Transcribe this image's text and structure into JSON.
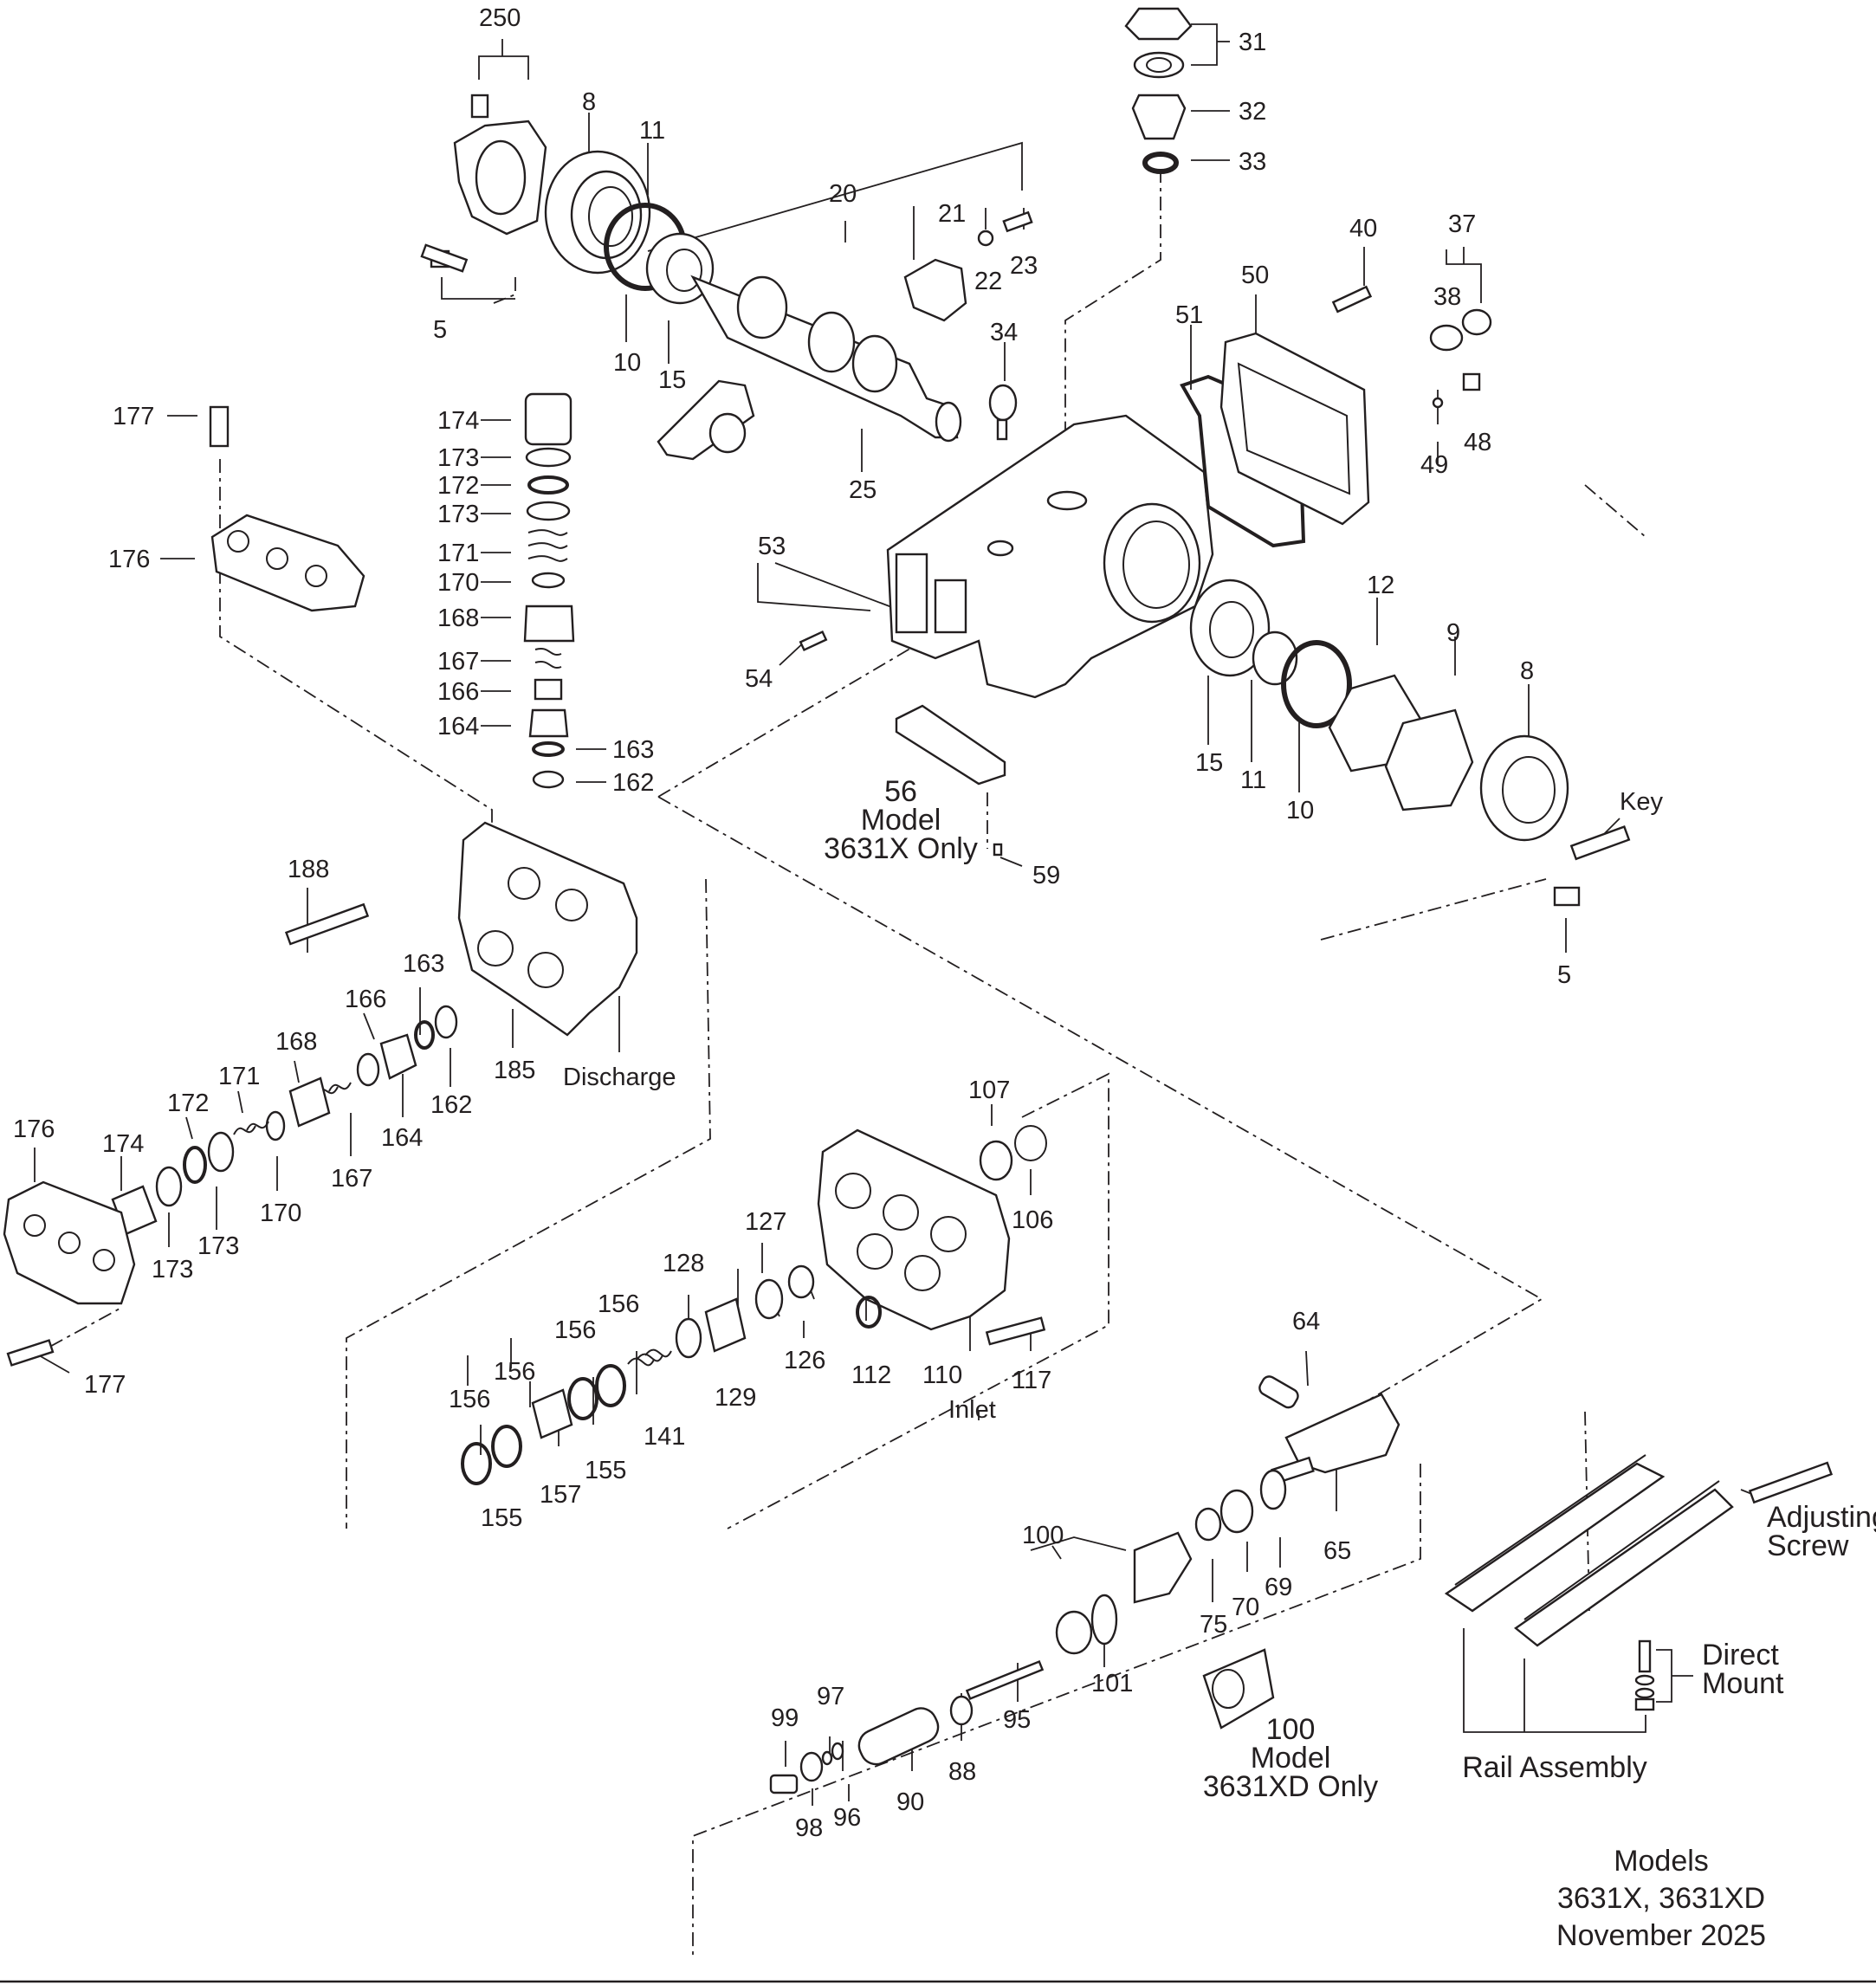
{
  "labels": {
    "n250": "250",
    "n8a": "8",
    "n11a": "11",
    "n20": "20",
    "n21": "21",
    "n22": "22",
    "n23": "23",
    "n5a": "5",
    "n10a": "10",
    "n15a": "15",
    "n25": "25",
    "n34": "34",
    "n31": "31",
    "n32": "32",
    "n33": "33",
    "n40": "40",
    "n37": "37",
    "n38": "38",
    "n50": "50",
    "n51": "51",
    "n48": "48",
    "n49": "49",
    "n53": "53",
    "n54": "54",
    "n12": "12",
    "n9": "9",
    "n8b": "8",
    "n15b": "15",
    "n11b": "11",
    "n10b": "10",
    "key": "Key",
    "n5b": "5",
    "n59": "59",
    "n56": "56",
    "model_3631x_l1": "Model",
    "model_3631x_l2": "3631X Only",
    "n177a": "177",
    "n176a": "176",
    "n174a": "174",
    "n173a": "173",
    "n172a": "172",
    "n173b": "173",
    "n171a": "171",
    "n170a": "170",
    "n168a": "168",
    "n167a": "167",
    "n166a": "166",
    "n164a": "164",
    "n163a": "163",
    "n162a": "162",
    "n188": "188",
    "n163b": "163",
    "n166b": "166",
    "n168b": "168",
    "n171b": "171",
    "n172b": "172",
    "n176b": "176",
    "n174b": "174",
    "n173c": "173",
    "n173d": "173",
    "n170b": "170",
    "n167b": "167",
    "n164b": "164",
    "n162b": "162",
    "n185": "185",
    "discharge": "Discharge",
    "n177b": "177",
    "n107": "107",
    "n106": "106",
    "n127": "127",
    "n128": "128",
    "n126": "126",
    "n112": "112",
    "n110": "110",
    "n117": "117",
    "inlet": "Inlet",
    "n129": "129",
    "n141": "141",
    "n156a": "156",
    "n156b": "156",
    "n156c": "156",
    "n156d": "156",
    "n155a": "155",
    "n155b": "155",
    "n157": "157",
    "n64": "64",
    "n65": "65",
    "n69": "69",
    "n70": "70",
    "n75": "75",
    "n100a": "100",
    "n101": "101",
    "n100b": "100",
    "model_3631xd_l1": "Model",
    "model_3631xd_l2": "3631XD Only",
    "n95": "95",
    "n88": "88",
    "n90": "90",
    "n97": "97",
    "n99": "99",
    "n98": "98",
    "n96": "96",
    "adjusting_l1": "Adjusting",
    "adjusting_l2": "Screw",
    "direct_l1": "Direct",
    "direct_l2": "Mount",
    "rail_assembly": "Rail Assembly"
  },
  "footer": {
    "line1": "Models",
    "line2": "3631X, 3631XD",
    "line3": "November 2025"
  }
}
